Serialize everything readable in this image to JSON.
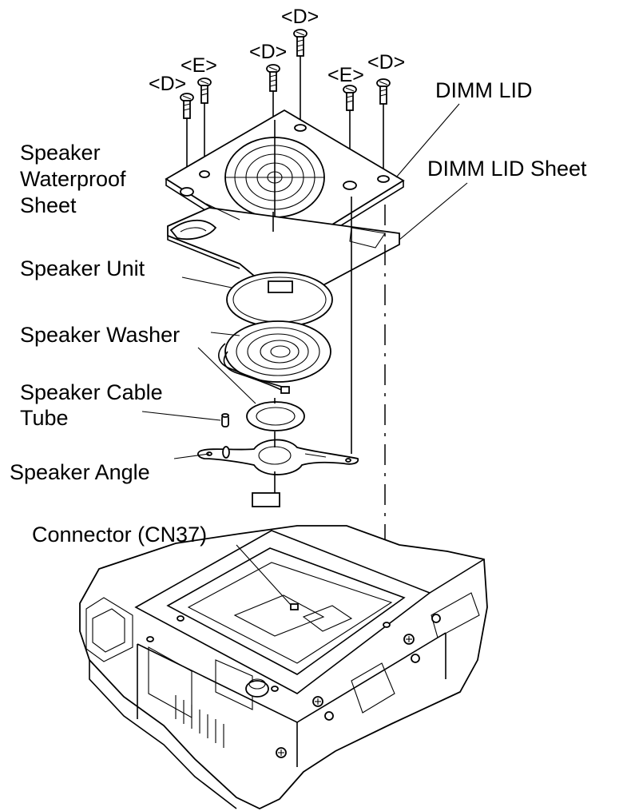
{
  "labels": {
    "speaker_waterproof_sheet": [
      "Speaker",
      "Waterproof",
      "Sheet"
    ],
    "speaker_unit": "Speaker Unit",
    "speaker_washer": "Speaker Washer",
    "speaker_cable_tube": [
      "Speaker Cable",
      "Tube"
    ],
    "speaker_angle": "Speaker Angle",
    "connector": "Connector (CN37)",
    "dimm_lid": "DIMM LID",
    "dimm_lid_sheet": "DIMM LID Sheet"
  },
  "screw_labels": {
    "d1": "<D>",
    "e1": "<E>",
    "d2": "<D>",
    "d3": "<D>",
    "e2": "<E>",
    "d4": "<D>"
  }
}
